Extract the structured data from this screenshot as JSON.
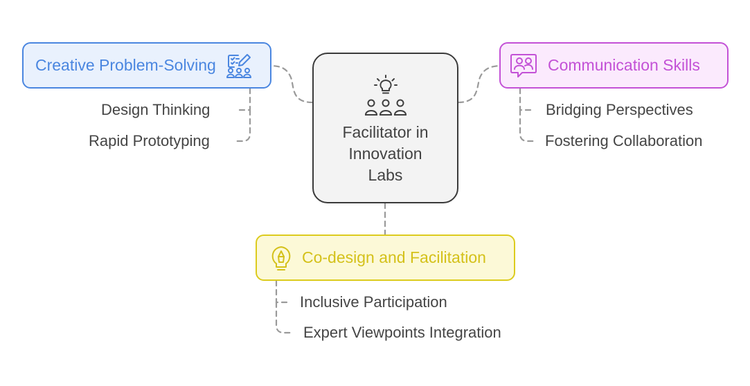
{
  "center": {
    "title_lines": [
      "Facilitator in",
      "Innovation",
      "Labs"
    ],
    "icons": [
      "lightbulb-icon",
      "team-icon"
    ]
  },
  "topics": [
    {
      "title": "Creative Problem-Solving",
      "icon": "checklist-pencil-group-icon",
      "color": "#4a86e0",
      "items": [
        "Design Thinking",
        "Rapid Prototyping"
      ]
    },
    {
      "title": "Communication Skills",
      "icon": "people-chat-icon",
      "color": "#c351d6",
      "items": [
        "Bridging Perspectives",
        "Fostering Collaboration"
      ]
    },
    {
      "title": "Co-design and Facilitation",
      "icon": "lightbulb-pen-icon",
      "color": "#d4c11a",
      "items": [
        "Inclusive Participation",
        "Expert Viewpoints Integration"
      ]
    }
  ]
}
